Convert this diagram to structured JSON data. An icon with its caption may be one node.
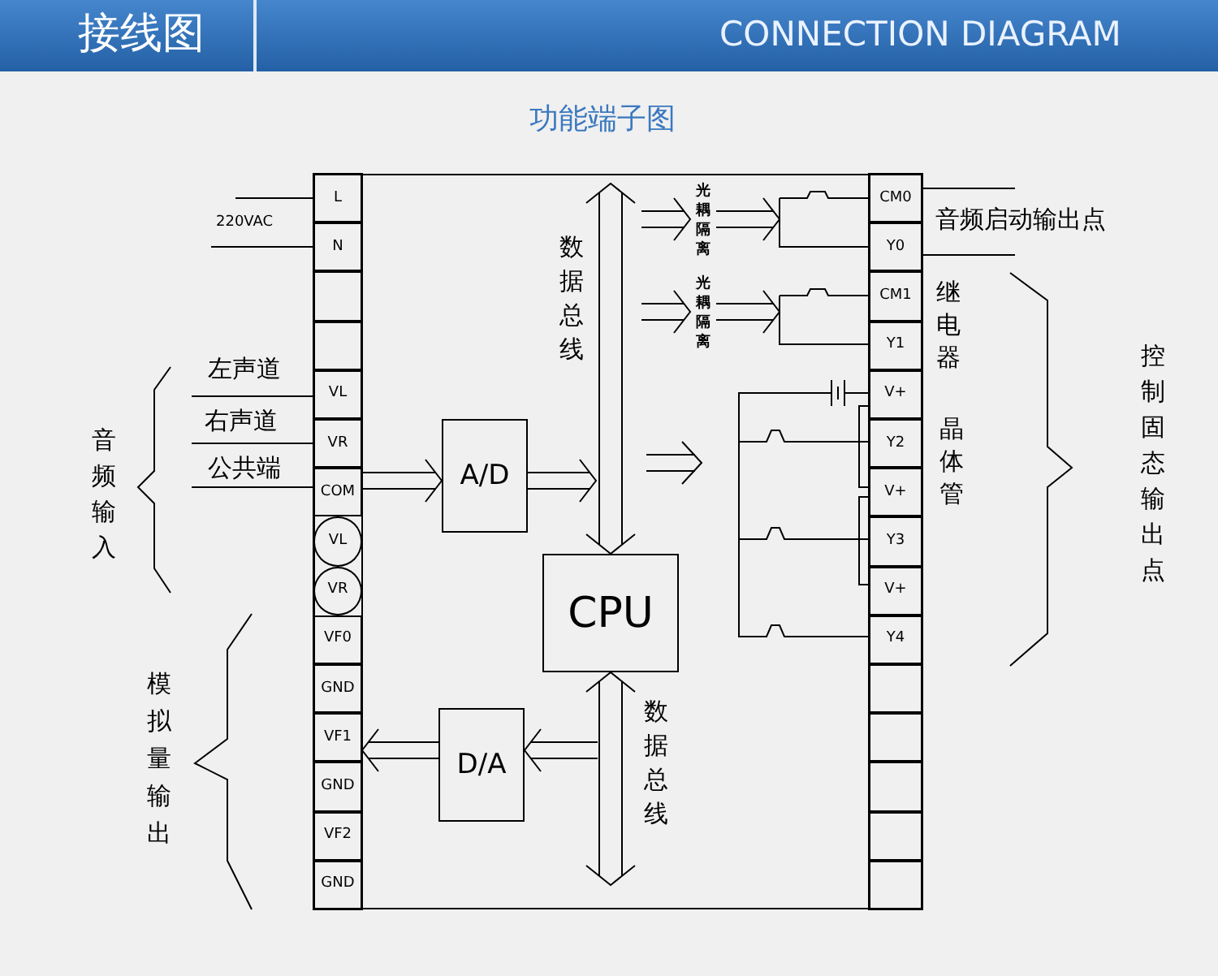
{
  "diagram": {
    "title": "接线图",
    "nodes": [
      {
        "text": [],
        "shape": "box"
      },
      {
        "text": [
          "L"
        ],
        "in": 0
      },
      {
        "text": [
          "N"
        ],
        "in": 0
      },
      {
        "text": [],
        "shape": "box",
        "in": 0
      },
      {
        "text": [],
        "shape": "box",
        "in": 0
      },
      {
        "text": [
          "VL"
        ],
        "in": 0
      },
      {
        "text": [
          "VR"
        ],
        "in": 0
      },
      {
        "text": [
          "COM"
        ],
        "in": 0
      },
      {
        "text": [
          "VL"
        ],
        "in": 0
      },
      {
        "text": [
          "VR"
        ],
        "in": 0
      },
      {
        "text": [
          "VF0"
        ],
        "in": 0
      },
      {
        "text": [
          "GND"
        ],
        "in": 0
      },
      {
        "text": [
          "VF1"
        ],
        "in": 0
      },
      {
        "text": [
          "GND"
        ],
        "in": 0
      },
      {
        "text": [
          "VF2"
        ],
        "in": 0
      },
      {
        "text": [
          "GND"
        ],
        "in": 0
      },
      {
        "text": [
          "A/D"
        ],
        "in": 0
      },
      {
        "text": [
          "CPU"
        ],
        "in": 0
      },
      {
        "text": [
          "D/A"
        ],
        "in": 0
      },
      {
        "text": [
          "光耦隔离"
        ],
        "in": 0
      },
      {
        "text": [
          "光耦隔离"
        ],
        "in": 0
      },
      {
        "text": [],
        "shape": "switch",
        "in": 0
      },
      {
        "text": [],
        "shape": "switch",
        "in": 0
      },
      {
        "text": [],
        "shape": "battery",
        "in": 0
      },
      {
        "text": [],
        "shape": "switch",
        "in": 0
      },
      {
        "text": [],
        "shape": "switch",
        "in": 0
      },
      {
        "text": [],
        "shape": "switch",
        "in": 0
      },
      {
        "text": [
          "CM0"
        ],
        "in": 0
      },
      {
        "text": [
          "Y0"
        ],
        "in": 0
      },
      {
        "text": [
          "CM1"
        ],
        "in": 0
      },
      {
        "text": [
          "Y1"
        ],
        "in": 0
      },
      {
        "text": [
          "V+"
        ],
        "in": 0
      },
      {
        "text": [
          "Y2"
        ],
        "in": 0
      },
      {
        "text": [
          "V+"
        ],
        "in": 0
      },
      {
        "text": [
          "Y3"
        ],
        "in": 0
      },
      {
        "text": [
          "V+"
        ],
        "in": 0
      },
      {
        "text": [
          "Y4"
        ],
        "in": 0
      },
      {
        "text": [],
        "shape": "box",
        "in": 0
      },
      {
        "text": [],
        "shape": "box",
        "in": 0
      },
      {
        "text": [],
        "shape": "box",
        "in": 0
      },
      {
        "text": [],
        "shape": "box",
        "in": 0
      },
      {
        "text": [],
        "shape": "box",
        "in": 0
      }
    ],
    "edges": [
      {
        "from": null,
        "to": 1,
        "arrow": "none"
      },
      {
        "from": null,
        "to": 2,
        "arrow": "none"
      },
      {
        "from": null,
        "to": 5,
        "arrow": "none",
        "label": "左声道"
      },
      {
        "from": null,
        "to": 6,
        "arrow": "none",
        "label": "右声道"
      },
      {
        "from": null,
        "to": 7,
        "arrow": "none",
        "label": "公共端"
      },
      {
        "from": 7,
        "to": 16,
        "arrow": "to"
      },
      {
        "from": 16,
        "to": null,
        "arrow": "to"
      },
      {
        "from": 17,
        "to": null,
        "arrow": "both",
        "label": "数据总线"
      },
      {
        "from": null,
        "to": 19,
        "arrow": "to"
      },
      {
        "from": null,
        "to": 20,
        "arrow": "to"
      },
      {
        "from": 19,
        "to": 21,
        "arrow": "to"
      },
      {
        "from": 20,
        "to": 22,
        "arrow": "to"
      },
      {
        "from": 21,
        "to": 27,
        "arrow": "none"
      },
      {
        "from": 21,
        "to": 28,
        "arrow": "none"
      },
      {
        "from": 22,
        "to": 29,
        "arrow": "none"
      },
      {
        "from": 22,
        "to": 30,
        "arrow": "none"
      },
      {
        "from": 27,
        "to": null,
        "arrow": "none"
      },
      {
        "from": 28,
        "to": null,
        "arrow": "none"
      },
      {
        "from": 23,
        "to": 31,
        "arrow": "none"
      },
      {
        "from": 23,
        "to": 24,
        "arrow": "none"
      },
      {
        "from": 23,
        "to": 25,
        "arrow": "none"
      },
      {
        "from": 23,
        "to": 26,
        "arrow": "none"
      },
      {
        "from": 24,
        "to": 32,
        "arrow": "none"
      },
      {
        "from": 25,
        "to": 34,
        "arrow": "none"
      },
      {
        "from": 26,
        "to": 36,
        "arrow": "none"
      },
      {
        "from": 31,
        "to": 33,
        "arrow": "none"
      },
      {
        "from": 33,
        "to": 35,
        "arrow": "none"
      },
      {
        "from": 17,
        "to": null,
        "arrow": "both",
        "label": "数据总线"
      },
      {
        "from": null,
        "to": 18,
        "arrow": "to"
      },
      {
        "from": 18,
        "to": 12,
        "arrow": "to"
      }
    ],
    "labels": [
      "CONNECTION DIAGRAM",
      "功能端子图",
      "220VAC",
      "音频输入",
      "模拟量输出",
      "音频启动输出点",
      "继电器",
      "晶体管",
      "控制固态输出点"
    ]
  }
}
